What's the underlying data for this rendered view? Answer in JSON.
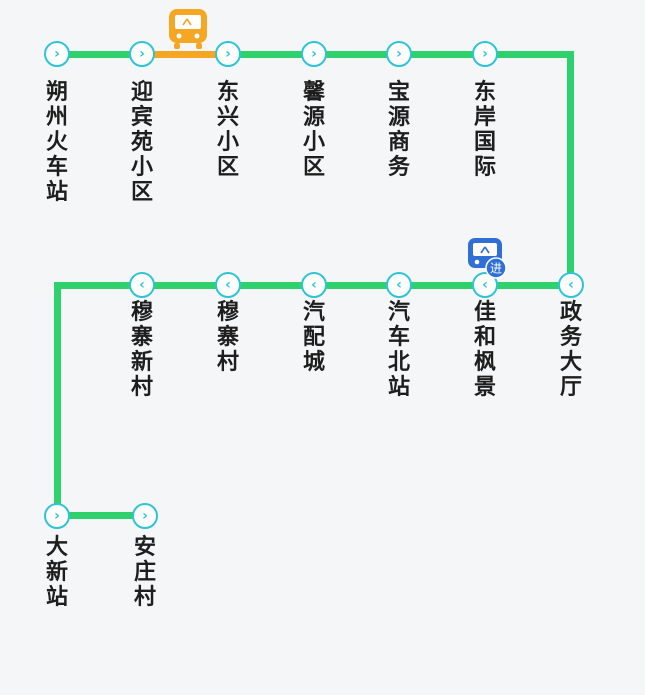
{
  "route_map": {
    "line_color": "#2ed16b",
    "highlight_color": "#f5a623",
    "stop_border_color": "#2ec4d8",
    "stops": [
      {
        "name": "朔州火车站",
        "direction": "right-arrow-icon"
      },
      {
        "name": "迎宾苑小区",
        "direction": "right-arrow-icon"
      },
      {
        "name": "东兴小区",
        "direction": "right-arrow-icon"
      },
      {
        "name": "馨源小区",
        "direction": "right-arrow-icon"
      },
      {
        "name": "宝源商务",
        "direction": "right-arrow-icon"
      },
      {
        "name": "东岸国际",
        "direction": "right-arrow-icon"
      },
      {
        "name": "政务大厅",
        "direction": "left-arrow-icon"
      },
      {
        "name": "佳和枫景",
        "direction": "left-arrow-icon"
      },
      {
        "name": "汽车北站",
        "direction": "left-arrow-icon"
      },
      {
        "name": "汽配城",
        "direction": "left-arrow-icon"
      },
      {
        "name": "穆寨村",
        "direction": "left-arrow-icon"
      },
      {
        "name": "穆寨新村",
        "direction": "left-arrow-icon"
      },
      {
        "name": "大新站",
        "direction": "right-arrow-icon"
      },
      {
        "name": "安庄村",
        "direction": "right-arrow-icon"
      }
    ],
    "buses": [
      {
        "icon": "bus-icon",
        "color": "#f5a623",
        "segment": "迎宾苑小区 – 东兴小区"
      },
      {
        "icon": "bus-arriving-icon",
        "color": "#2f6fd6",
        "badge": "进",
        "stop": "佳和枫景"
      }
    ]
  }
}
